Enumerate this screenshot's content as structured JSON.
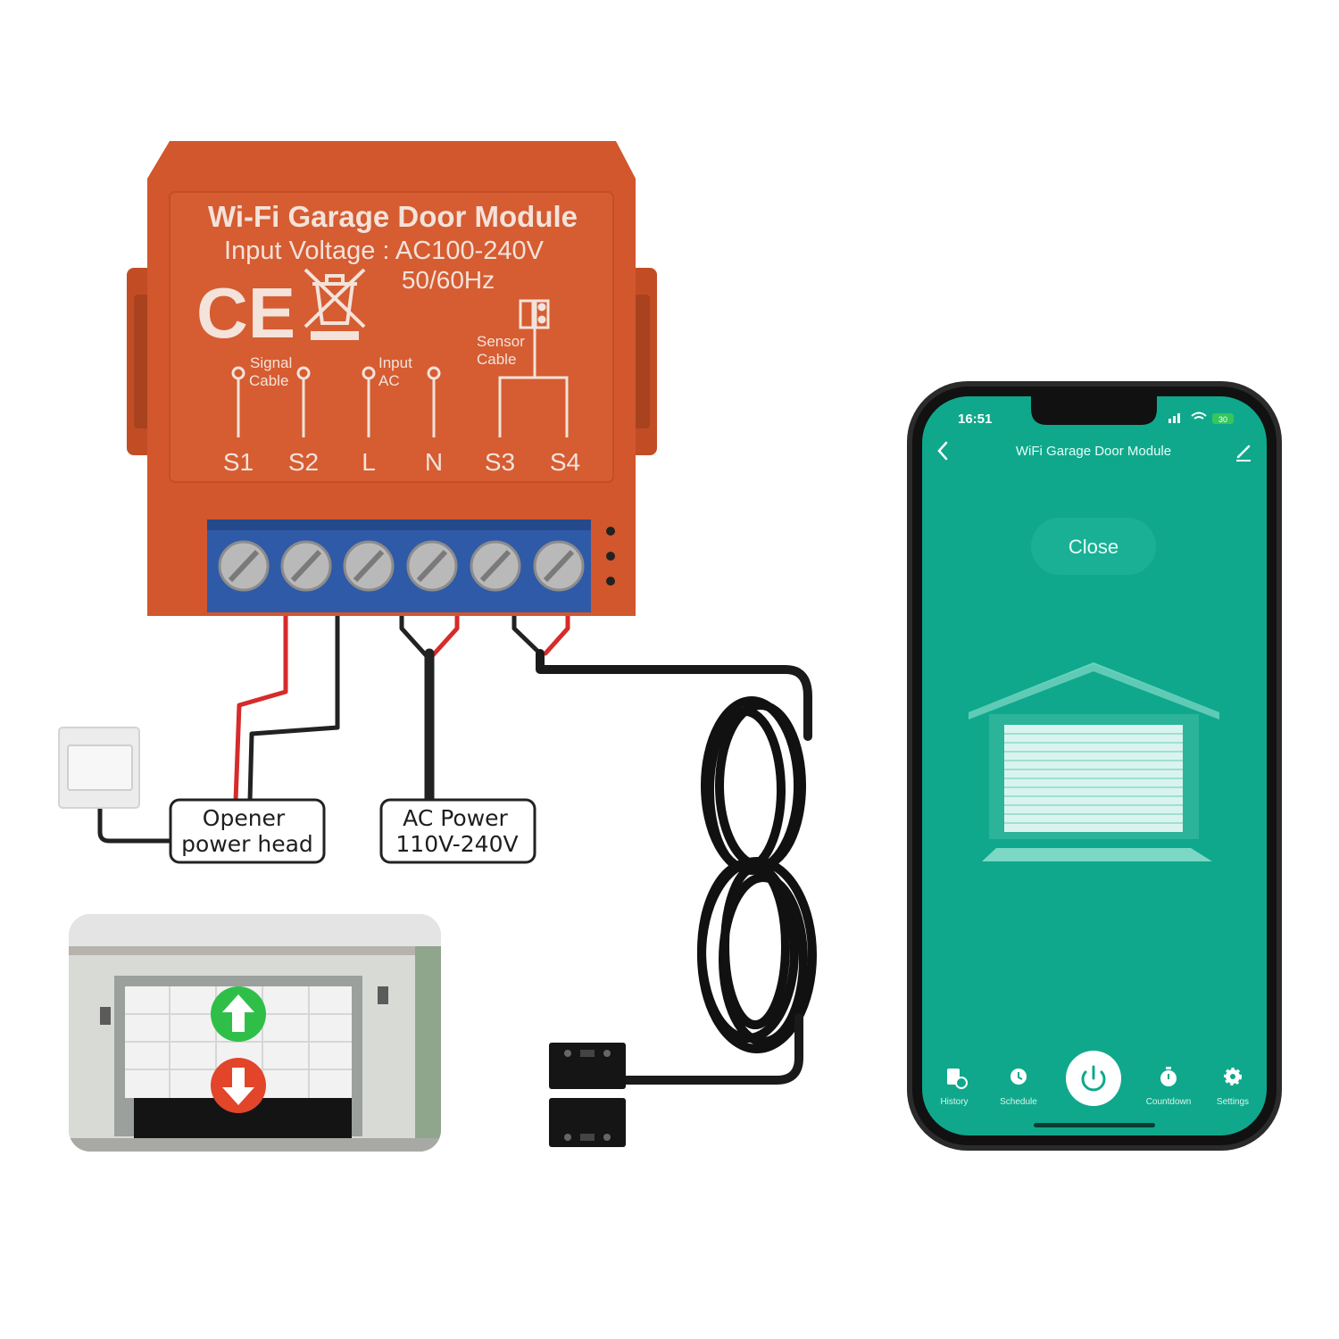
{
  "colors": {
    "module_body": "#d2572c",
    "module_face": "#d25a30",
    "terminal_block": "#2f5aa7",
    "app_bg": "#0fa88c",
    "app_dark": "#0a8a72",
    "phone_frame": "#2b2b2b",
    "wire_red": "#d62b2b",
    "wire_black": "#222222",
    "arrow_up": "#2fbf49",
    "arrow_down": "#e2452a"
  },
  "module": {
    "title": "Wi-Fi Garage Door Module",
    "voltage": "Input Voltage : AC100-240V",
    "frequency": "50/60Hz",
    "ce_mark": "CE",
    "signal_label_1": "Signal",
    "signal_label_2": "Cable",
    "input_label_1": "Input",
    "input_label_2": "AC",
    "sensor_label_1": "Sensor",
    "sensor_label_2": "Cable",
    "terminals": [
      "S1",
      "S2",
      "L",
      "N",
      "S3",
      "S4"
    ]
  },
  "labels": {
    "opener_1": "Opener",
    "opener_2": "power head",
    "ac_1": "AC Power",
    "ac_2": "110V-240V"
  },
  "phone": {
    "status_time": "16:51",
    "battery": "30",
    "app_title": "WiFi Garage Door Module",
    "state_button": "Close",
    "nav": [
      "History",
      "Schedule",
      "Countdown",
      "Settings"
    ],
    "icons": {
      "back": "chevron-left-icon",
      "edit": "pencil-icon",
      "power": "power-icon",
      "history": "history-icon",
      "schedule": "clock-icon",
      "countdown": "timer-icon",
      "settings": "gear-icon"
    }
  }
}
